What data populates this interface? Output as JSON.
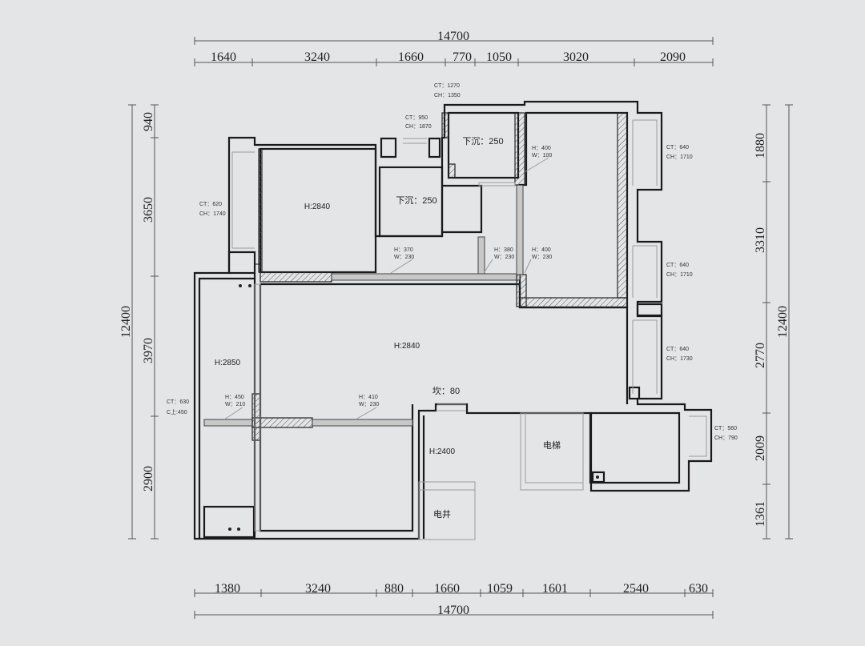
{
  "dimensions": {
    "top_total": "14700",
    "top": [
      "1640",
      "3240",
      "1660",
      "770",
      "1050",
      "3020",
      "2090"
    ],
    "bottom": [
      "1380",
      "3240",
      "880",
      "1660",
      "1059",
      "1601",
      "2540",
      "630"
    ],
    "bottom_total": "14700",
    "left_total": "12400",
    "left": [
      "940",
      "3650",
      "3970",
      "2900"
    ],
    "right_total": "12400",
    "right": [
      "1880",
      "3310",
      "2770",
      "2009",
      "1361"
    ]
  },
  "rooms": {
    "upper_left_h": "H:2840",
    "main_h": "H:2840",
    "left_strip_h": "H:2850",
    "lobby_h": "H:2400",
    "sunk_1": "下沉：250",
    "sunk_2": "下沉：250",
    "elevator": "电梯",
    "shaft": "电井",
    "step": "坎：80"
  },
  "windows": {
    "w1": [
      "CT：1270",
      "CH：1350"
    ],
    "w2": [
      "CT：950",
      "CH：1870"
    ],
    "w3": [
      "CT：620",
      "CH：1740"
    ],
    "w4": [
      "CT：640",
      "CH：1710"
    ],
    "w5": [
      "CT：640",
      "CH：1710"
    ],
    "w6": [
      "CT：640",
      "CH：1730"
    ],
    "w7": [
      "CT：560",
      "CH：790"
    ],
    "w8": [
      "CT：630",
      "C上:450"
    ]
  },
  "beams": {
    "b1": [
      "H：370",
      "W：230"
    ],
    "b2": [
      "H：380",
      "W：230"
    ],
    "b3": [
      "H：400",
      "W：230"
    ],
    "b4": [
      "H：400",
      "W：100"
    ],
    "b5": [
      "H：450",
      "W：210"
    ],
    "b6": [
      "H：410",
      "W：230"
    ]
  }
}
